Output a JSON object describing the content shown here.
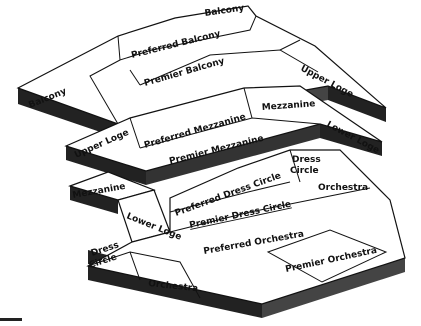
{
  "seating_chart": {
    "sections": {
      "balcony_top": "Balcony",
      "preferred_balcony": "Preferred Balcony",
      "premier_balcony": "Premier Balcony",
      "upper_loge_right": "Upper Loge",
      "balcony_left": "Balcony",
      "preferred_mezzanine": "Preferred Mezzanine",
      "mezzanine_right": "Mezzanine",
      "premier_mezzanine": "Premier Mezzanine",
      "lower_loge_right": "Lower Loge",
      "upper_loge_left": "Upper Loge",
      "preferred_dress_circle": "Preferred Dress Circle",
      "dress_circle_right_line1": "Dress",
      "dress_circle_right_line2": "Circle",
      "orchestra_right": "Orchestra",
      "premier_dress_circle": "Premier Dress Circle",
      "mezzanine_left": "Mezzanine",
      "lower_loge_left": "Lower Loge",
      "preferred_orchestra": "Preferred Orchestra",
      "dress_circle_left_line1": "Dress",
      "dress_circle_left_line2": "Circle",
      "orchestra_left": "Orchestra",
      "premier_orchestra": "Premier Orchestra"
    }
  }
}
